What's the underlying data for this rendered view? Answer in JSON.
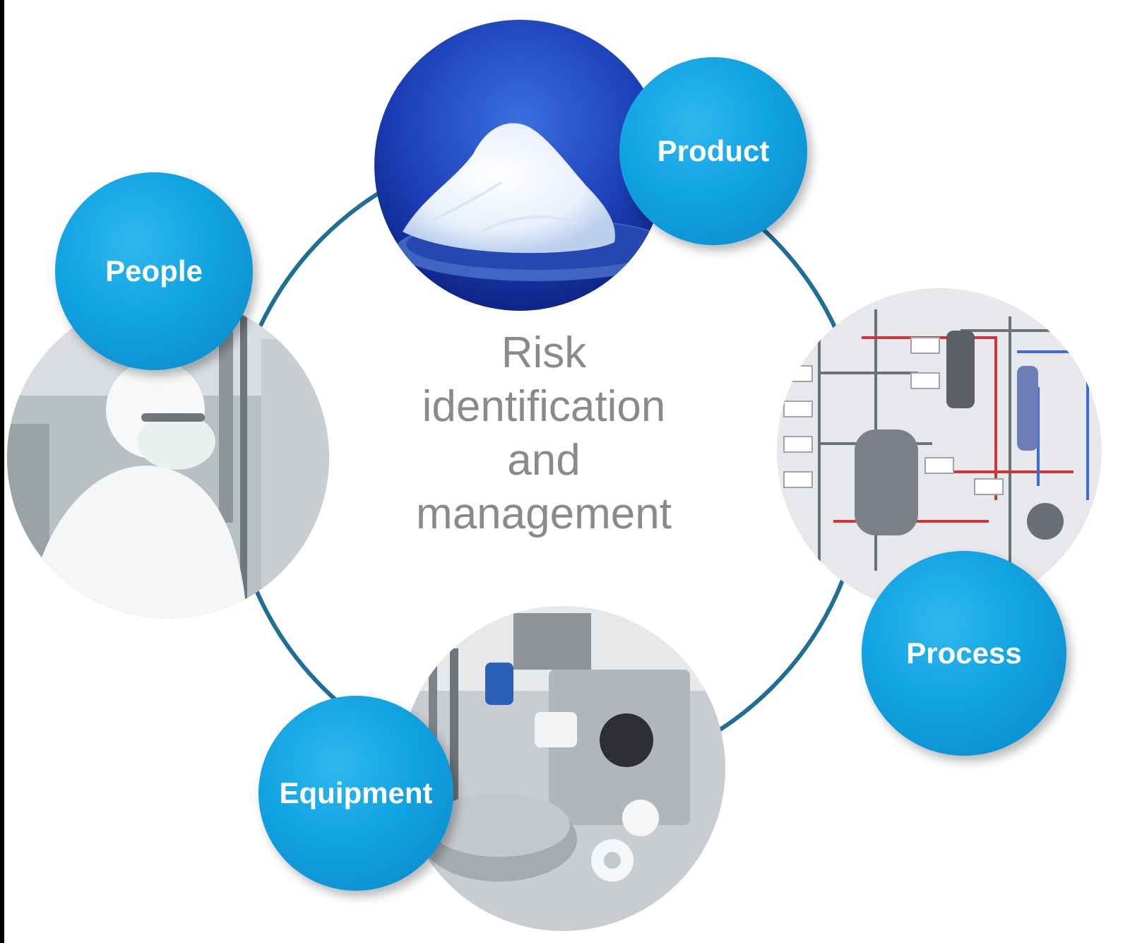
{
  "center": {
    "lines": [
      "Risk",
      "identification",
      "and",
      "management"
    ]
  },
  "nodes": {
    "product": "Product",
    "people": "People",
    "process": "Process",
    "equipment": "Equipment"
  },
  "colors": {
    "ring": "#1e6f93",
    "bubble": "#11a3e2",
    "center_text": "#8a8a8a"
  }
}
